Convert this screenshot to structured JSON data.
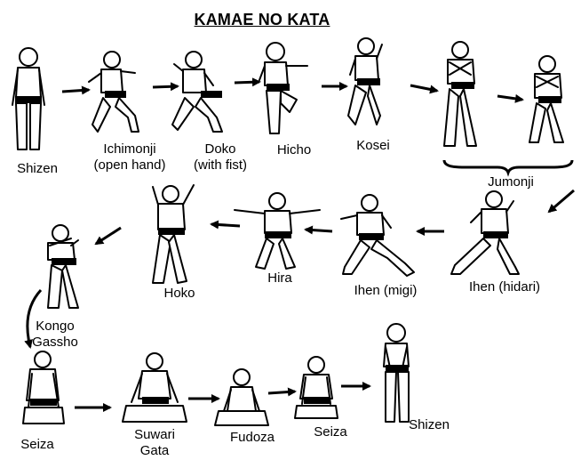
{
  "title": "KAMAE NO KATA",
  "colors": {
    "ink": "#000000",
    "paper": "#ffffff"
  },
  "figures": [
    {
      "key": "shizen_start",
      "label_lines": [
        "Shizen"
      ]
    },
    {
      "key": "ichimonji",
      "label_lines": [
        "Ichimonji",
        "(open hand)"
      ]
    },
    {
      "key": "doko",
      "label_lines": [
        "Doko",
        "(with fist)"
      ]
    },
    {
      "key": "hicho",
      "label_lines": [
        "Hicho"
      ]
    },
    {
      "key": "kosei",
      "label_lines": [
        "Kosei"
      ]
    },
    {
      "key": "jumonji",
      "label_lines": [
        "Jumonji"
      ]
    },
    {
      "key": "ihen_hidari",
      "label_lines": [
        "Ihen (hidari)"
      ]
    },
    {
      "key": "ihen_migi",
      "label_lines": [
        "Ihen (migi)"
      ]
    },
    {
      "key": "hira",
      "label_lines": [
        "Hira"
      ]
    },
    {
      "key": "hoko",
      "label_lines": [
        "Hoko"
      ]
    },
    {
      "key": "kongo_gassho",
      "label_lines": [
        "Kongo",
        "Gassho"
      ]
    },
    {
      "key": "seiza_1",
      "label_lines": [
        "Seiza"
      ]
    },
    {
      "key": "suwari_gata",
      "label_lines": [
        "Suwari",
        "Gata"
      ]
    },
    {
      "key": "fudoza",
      "label_lines": [
        "Fudoza"
      ]
    },
    {
      "key": "seiza_2",
      "label_lines": [
        "Seiza"
      ]
    },
    {
      "key": "shizen_end",
      "label_lines": [
        "Shizen"
      ]
    }
  ]
}
